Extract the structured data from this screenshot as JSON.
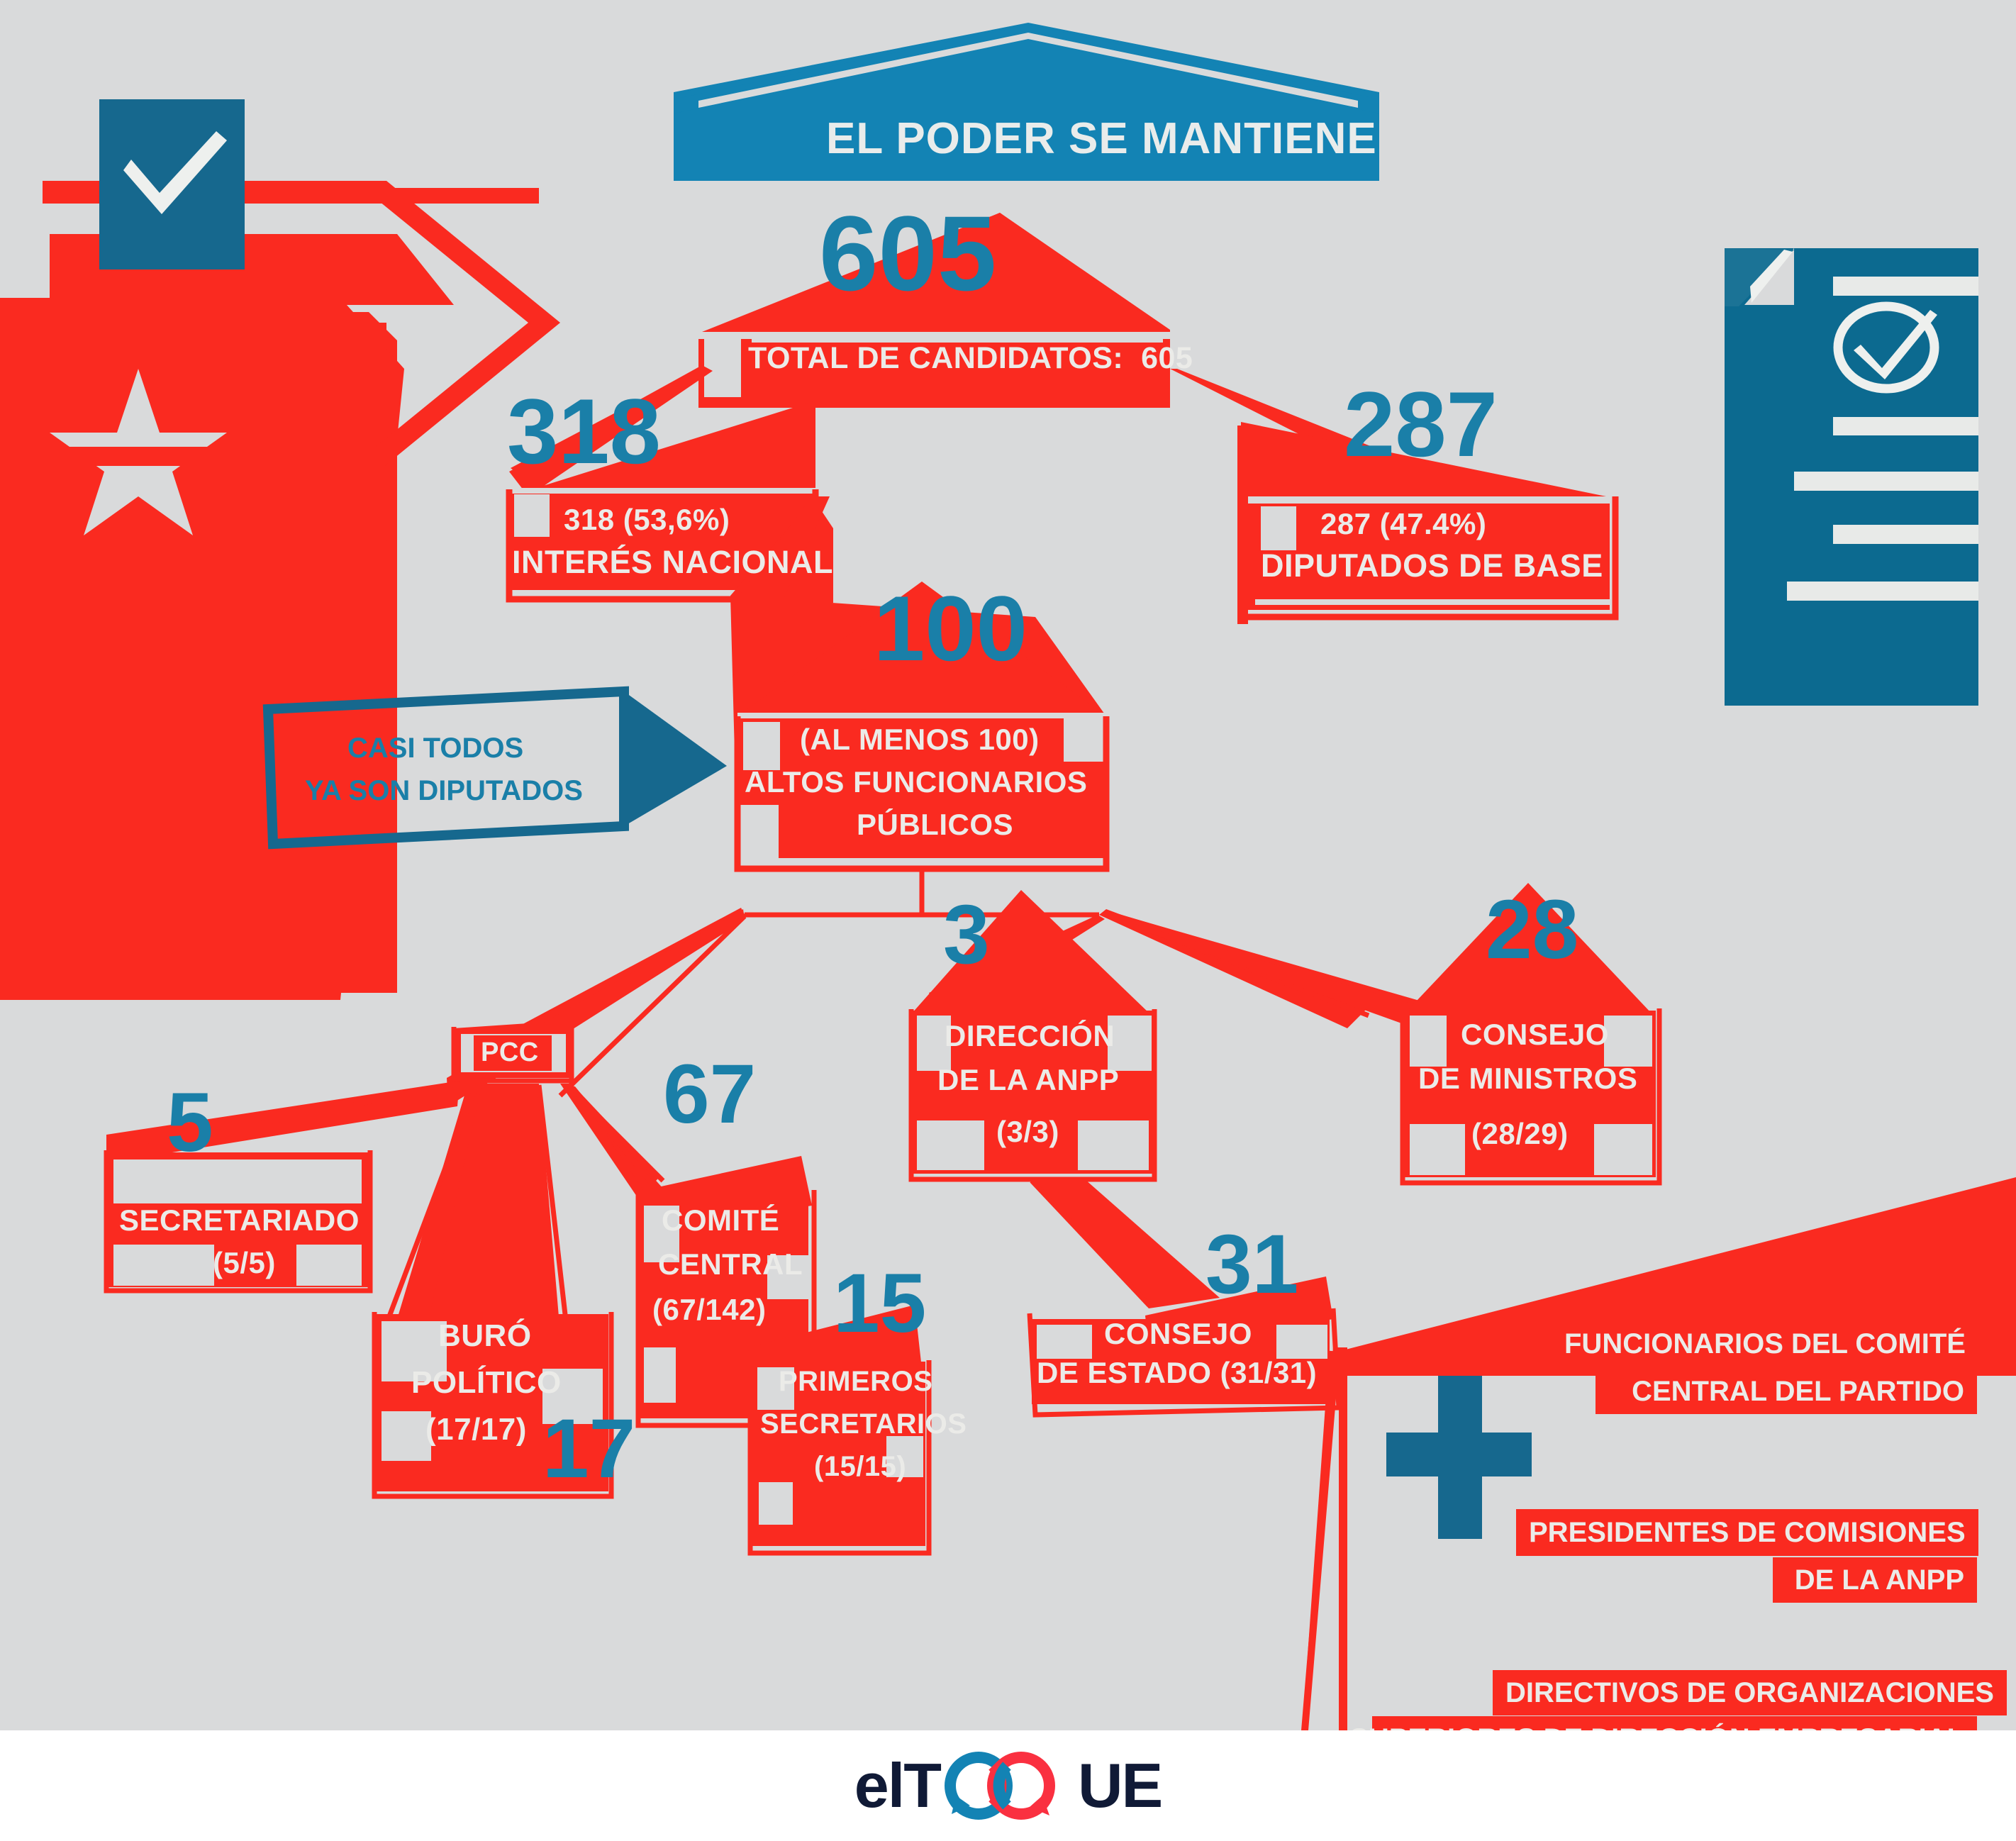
{
  "meta": {
    "colors": {
      "background": "#d9dadb",
      "red": "#fa2a20",
      "blue_banner": "#1383b4",
      "blue_number": "#1a7fa8",
      "overlap_dark": "#3a1018",
      "label_text": "#ebebe8",
      "logo_dark": "#101a36"
    }
  },
  "header": {
    "banner_title": "EL PODER SE MANTIENE"
  },
  "nodes": {
    "total": {
      "number": "605",
      "label": "TOTAL DE CANDIDATOS:  605"
    },
    "interes_nacional": {
      "number": "318",
      "line1": "318 (53,6%)",
      "line2": "INTERÉS NACIONAL"
    },
    "diputados_base": {
      "number": "287",
      "line1": "287 (47.4%)",
      "line2": "DIPUTADOS DE BASE"
    },
    "altos_funcionarios": {
      "number": "100",
      "line1": "(AL MENOS 100)",
      "line2": "ALTOS FUNCIONARIOS",
      "line3": "PÚBLICOS"
    },
    "callout": {
      "line1": "CASI TODOS",
      "line2": "YA SON DIPUTADOS"
    },
    "pcc": {
      "label": "PCC"
    },
    "secretariado": {
      "number": "5",
      "line1": "SECRETARIADO",
      "line2": "(5/5)"
    },
    "buro_politico": {
      "number": "17",
      "line1": "BURÓ",
      "line2": "POLÍTICO",
      "line3": "(17/17)"
    },
    "comite_central": {
      "number": "67",
      "line1": "COMITÉ",
      "line2": "CENTRAL",
      "line3": "(67/142)"
    },
    "primeros_secretarios": {
      "number": "15",
      "line1": "PRIMEROS",
      "line2": "SECRETARIOS",
      "line3": "(15/15)"
    },
    "direccion_anpp": {
      "number": "3",
      "line1": "DIRECCIÓN",
      "line2": "DE LA ANPP",
      "line3": "(3/3)"
    },
    "consejo_estado": {
      "number": "31",
      "line1": "CONSEJO",
      "line2": "DE ESTADO (31/31)"
    },
    "consejo_ministros": {
      "number": "28",
      "line1": "CONSEJO",
      "line2": "DE MINISTROS",
      "line3": "(28/29)"
    }
  },
  "extras": {
    "plus_sign": "+",
    "items": [
      {
        "line1": "FUNCIONARIOS DEL COMITÉ",
        "line2": "CENTRAL DEL PARTIDO"
      },
      {
        "line1": "PRESIDENTES DE COMISIONES",
        "line2": "DE LA ANPP"
      },
      {
        "line1": "DIRECTIVOS DE ORGANIZACIONES",
        "line2": "SUPERIORES DE DIRECCIÓN EMPRESARIAL"
      }
    ]
  },
  "footer": {
    "logo_pre": "elT",
    "logo_post": "UE"
  },
  "chart_data": {
    "type": "diagram-tree",
    "title": "EL PODER SE MANTIENE",
    "root": {
      "name": "TOTAL DE CANDIDATOS",
      "value": 605
    },
    "children": [
      {
        "name": "INTERÉS NACIONAL",
        "value": 318,
        "share": "53,6%"
      },
      {
        "name": "DIPUTADOS DE BASE",
        "value": 287,
        "share": "47.4%"
      }
    ],
    "sub": [
      {
        "name": "ALTOS FUNCIONARIOS PÚBLICOS",
        "value": 100,
        "note": "AL MENOS 100",
        "parent": "INTERÉS NACIONAL"
      },
      {
        "name": "PCC",
        "parent": "ALTOS FUNCIONARIOS PÚBLICOS"
      },
      {
        "name": "SECRETARIADO",
        "value": 5,
        "ratio": "5/5",
        "parent": "PCC"
      },
      {
        "name": "BURÓ POLÍTICO",
        "value": 17,
        "ratio": "17/17",
        "parent": "PCC"
      },
      {
        "name": "COMITÉ CENTRAL",
        "value": 67,
        "ratio": "67/142",
        "parent": "PCC"
      },
      {
        "name": "PRIMEROS SECRETARIOS",
        "value": 15,
        "ratio": "15/15",
        "parent": "PCC"
      },
      {
        "name": "DIRECCIÓN DE LA ANPP",
        "value": 3,
        "ratio": "3/3",
        "parent": "ALTOS FUNCIONARIOS PÚBLICOS"
      },
      {
        "name": "CONSEJO DE ESTADO",
        "value": 31,
        "ratio": "31/31",
        "parent": "DIRECCIÓN DE LA ANPP"
      },
      {
        "name": "CONSEJO DE MINISTROS",
        "value": 28,
        "ratio": "28/29",
        "parent": "ALTOS FUNCIONARIOS PÚBLICOS"
      }
    ],
    "annotations": [
      "CASI TODOS YA SON DIPUTADOS",
      "FUNCIONARIOS DEL COMITÉ CENTRAL DEL PARTIDO",
      "PRESIDENTES DE COMISIONES DE LA ANPP",
      "DIRECTIVOS DE ORGANIZACIONES SUPERIORES DE DIRECCIÓN EMPRESARIAL"
    ]
  }
}
